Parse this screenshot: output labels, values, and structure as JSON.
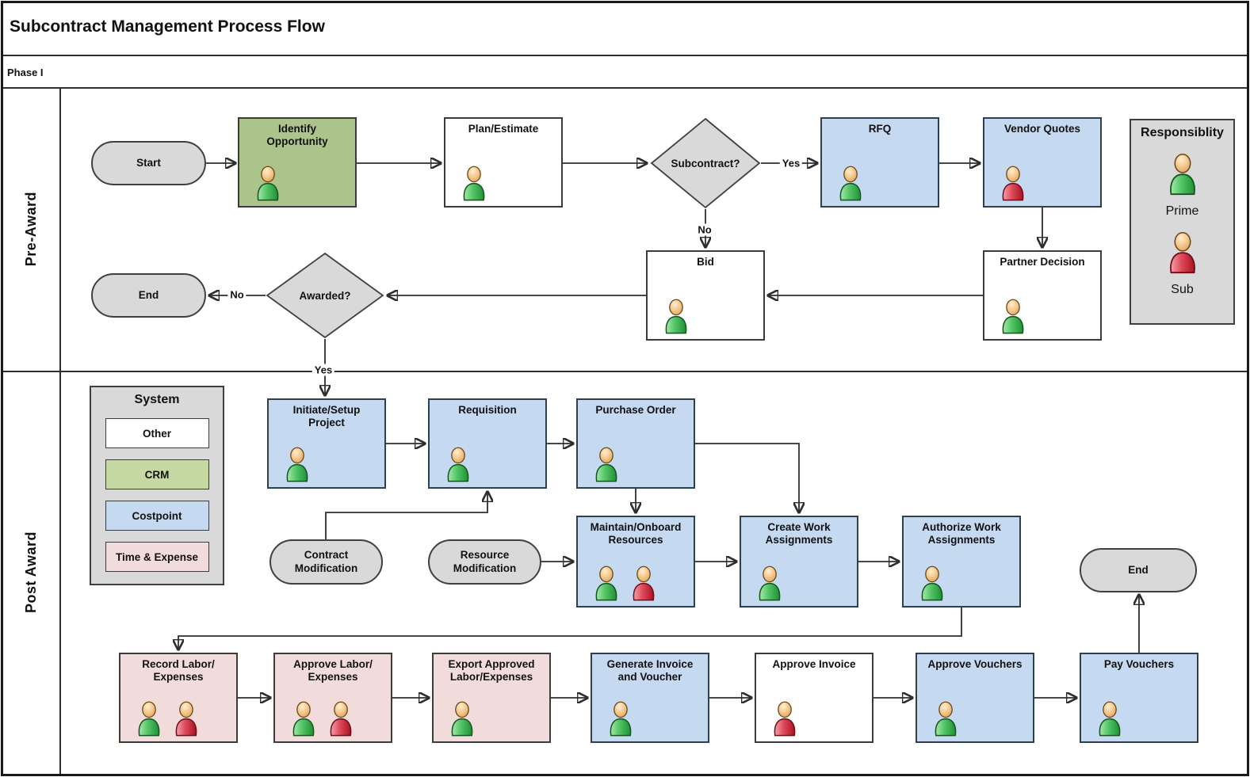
{
  "title": "Subcontract Management Process Flow",
  "phase": {
    "label": "Phase I"
  },
  "lanes": [
    {
      "label": "Pre-Award"
    },
    {
      "label": "Post Award"
    }
  ],
  "edge_labels": {
    "subcontract_yes": "Yes",
    "subcontract_no": "No",
    "awarded_no": "No",
    "awarded_yes": "Yes"
  },
  "nodes": {
    "start": {
      "label": "Start",
      "type": "terminator"
    },
    "identify_opportunity": {
      "label": "Identify\nOpportunity",
      "system": "CRM",
      "persons": [
        "prime"
      ]
    },
    "plan_estimate": {
      "label": "Plan/Estimate",
      "system": "Other",
      "persons": [
        "prime"
      ]
    },
    "subcontract_decision": {
      "label": "Subcontract?",
      "type": "decision"
    },
    "rfq": {
      "label": "RFQ",
      "system": "Costpoint",
      "persons": [
        "prime"
      ]
    },
    "vendor_quotes": {
      "label": "Vendor Quotes",
      "system": "Costpoint",
      "persons": [
        "sub"
      ]
    },
    "partner_decision": {
      "label": "Partner Decision",
      "system": "Other",
      "persons": [
        "prime"
      ]
    },
    "bid": {
      "label": "Bid",
      "system": "Other",
      "persons": [
        "prime"
      ]
    },
    "awarded_decision": {
      "label": "Awarded?",
      "type": "decision"
    },
    "end_pre": {
      "label": "End",
      "type": "terminator"
    },
    "initiate_setup_project": {
      "label": "Initiate/Setup\nProject",
      "system": "Costpoint",
      "persons": [
        "prime"
      ]
    },
    "requisition": {
      "label": "Requisition",
      "system": "Costpoint",
      "persons": [
        "prime"
      ]
    },
    "purchase_order": {
      "label": "Purchase Order",
      "system": "Costpoint",
      "persons": [
        "prime"
      ]
    },
    "contract_modification": {
      "label": "Contract\nModification",
      "type": "terminator"
    },
    "resource_modification": {
      "label": "Resource\nModification",
      "type": "terminator"
    },
    "maintain_onboard_resources": {
      "label": "Maintain/Onboard\nResources",
      "system": "Costpoint",
      "persons": [
        "prime",
        "sub"
      ]
    },
    "create_work_assignments": {
      "label": "Create Work\nAssignments",
      "system": "Costpoint",
      "persons": [
        "prime"
      ]
    },
    "authorize_work_assignments": {
      "label": "Authorize Work\nAssignments",
      "system": "Costpoint",
      "persons": [
        "prime"
      ]
    },
    "record_labor_expenses": {
      "label": "Record Labor/\nExpenses",
      "system": "Time & Expense",
      "persons": [
        "prime",
        "sub"
      ]
    },
    "approve_labor_expenses": {
      "label": "Approve Labor/\nExpenses",
      "system": "Time & Expense",
      "persons": [
        "prime",
        "sub"
      ]
    },
    "export_approved_labor_expenses": {
      "label": "Export Approved\nLabor/Expenses",
      "system": "Time & Expense",
      "persons": [
        "prime"
      ]
    },
    "generate_invoice_voucher": {
      "label": "Generate Invoice\nand Voucher",
      "system": "Costpoint",
      "persons": [
        "prime"
      ]
    },
    "approve_invoice": {
      "label": "Approve Invoice",
      "system": "Other",
      "persons": [
        "sub"
      ]
    },
    "approve_vouchers": {
      "label": "Approve Vouchers",
      "system": "Costpoint",
      "persons": [
        "prime"
      ]
    },
    "pay_vouchers": {
      "label": "Pay Vouchers",
      "system": "Costpoint",
      "persons": [
        "prime"
      ]
    },
    "end_post": {
      "label": "End",
      "type": "terminator"
    }
  },
  "legend_responsibility": {
    "title": "Responsiblity",
    "items": [
      {
        "label": "Prime",
        "icon": "prime-person-icon",
        "color": "#3fae53"
      },
      {
        "label": "Sub",
        "icon": "sub-person-icon",
        "color": "#cf2437"
      }
    ]
  },
  "legend_system": {
    "title": "System",
    "items": [
      {
        "label": "Other",
        "color": "#ffffff"
      },
      {
        "label": "CRM",
        "color": "#c6d9a2"
      },
      {
        "label": "Costpoint",
        "color": "#c5d9f1"
      },
      {
        "label": "Time & Expense",
        "color": "#f2dcdb"
      }
    ]
  },
  "colors": {
    "terminator_gray": "#d9d9d9",
    "decision_gray": "#d9d9d9",
    "crm_green_node": "#adc38c",
    "costpoint_blue": "#c5d9f1",
    "time_expense_pink": "#f2dcdb",
    "other_white": "#ffffff",
    "line": "#2d2d2d"
  }
}
